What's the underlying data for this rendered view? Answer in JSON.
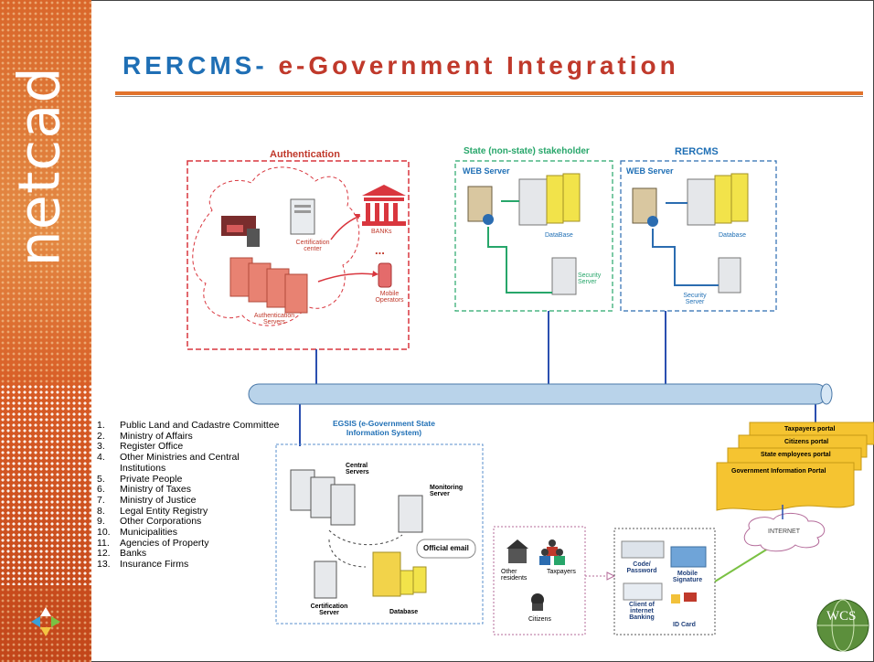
{
  "brand": {
    "logo_text": "netcad"
  },
  "title": {
    "part1": "RERCMS-",
    "part2": " e-Government Integration"
  },
  "auth": {
    "title": "Authentication",
    "certification": "Certification center",
    "servers": "Authentication Servers",
    "banks": "BANKs",
    "ellipsis": "...",
    "mobile": "Mobile Operators"
  },
  "state": {
    "title": "State (non-state) stakeholder",
    "web": "WEB Server",
    "db": "DataBase",
    "sec": "Security Server"
  },
  "rercms": {
    "title": "RERCMS",
    "web": "WEB Server",
    "db": "Database",
    "sec": "Security Server"
  },
  "egsis": {
    "title": "EGSIS (e-Government State Information System)",
    "central": "Central Servers",
    "monitoring": "Monitoring Server",
    "email": "Official email",
    "cert": "Certification Server",
    "db": "Database"
  },
  "users": {
    "other": "Other residents",
    "tax": "Taxpayers",
    "citizens": "Citizens"
  },
  "auth_methods": {
    "code": "Code/ Password",
    "mobile": "Mobile Signature",
    "client": "Client of internet Banking",
    "id": "ID Card"
  },
  "portals": [
    "Taxpayers portal",
    "Citizens portal",
    "State employees portal",
    "Government Information Portal"
  ],
  "internet": "INTERNET",
  "corner_logo": "WCS",
  "list": [
    {
      "n": "1.",
      "t": "Public Land and Cadastre Committee"
    },
    {
      "n": "2.",
      "t": "Ministry of Affairs"
    },
    {
      "n": "3.",
      "t": "Register Office"
    },
    {
      "n": "4.",
      "t": "Other Ministries and Central Institutions"
    },
    {
      "n": "5.",
      "t": "Private People"
    },
    {
      "n": "6.",
      "t": "Ministry of Taxes"
    },
    {
      "n": "7.",
      "t": "Ministry of Justice"
    },
    {
      "n": "8.",
      "t": "Legal Entity Registry"
    },
    {
      "n": "9.",
      "t": "Other Corporations"
    },
    {
      "n": "10.",
      "t": "Municipalities"
    },
    {
      "n": "11.",
      "t": "Agencies of Property"
    },
    {
      "n": "12.",
      "t": "Banks"
    },
    {
      "n": "13.",
      "t": "Insurance Firms"
    }
  ],
  "colors": {
    "accent_red": "#c0392b",
    "accent_blue": "#1f6fb5",
    "orange": "#e2732c",
    "bus": "#b9d3ea"
  }
}
